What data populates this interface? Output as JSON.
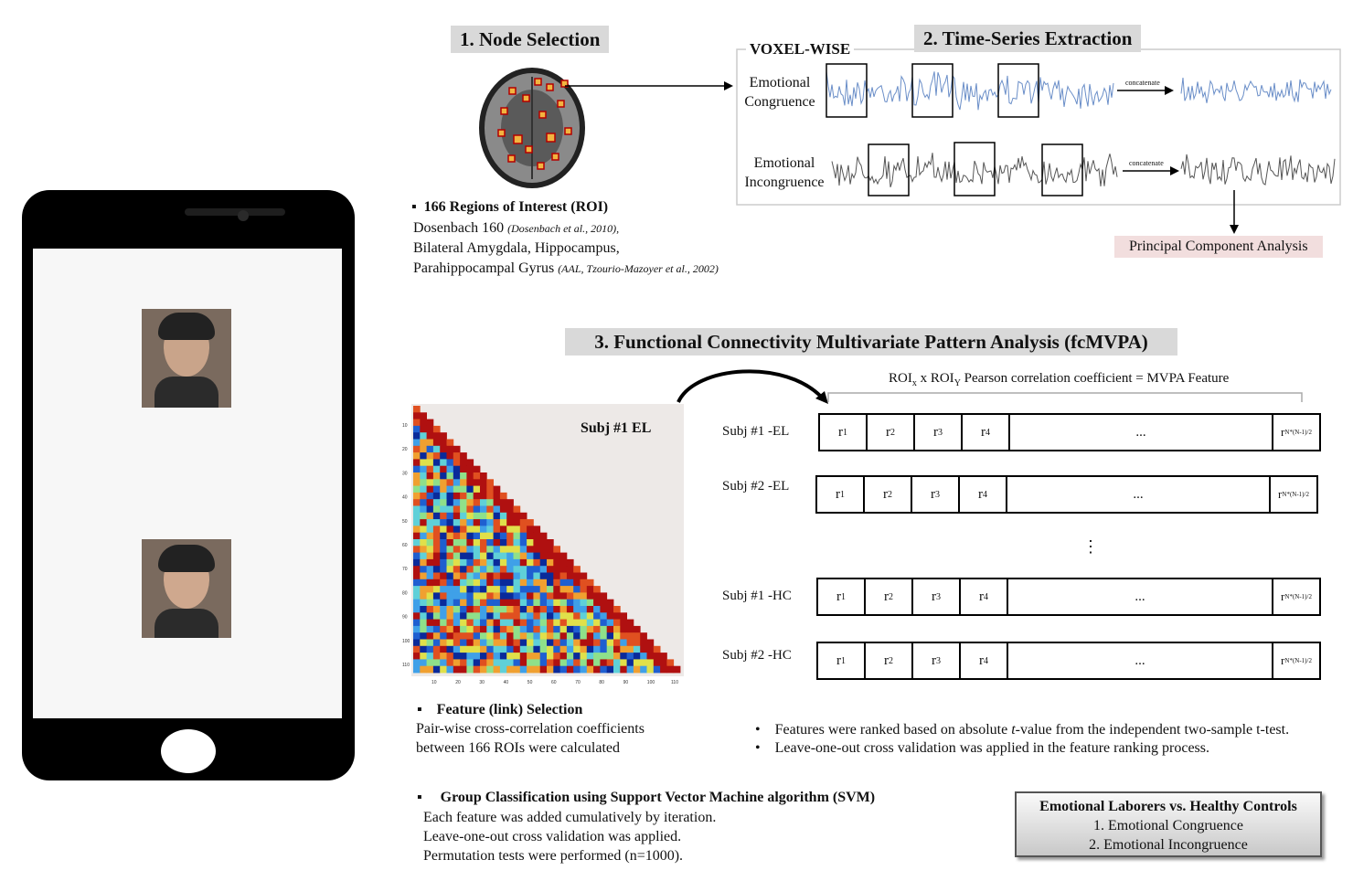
{
  "colors": {
    "header_bg": "#d9d9d9",
    "signal_blue": "#6a8ec8",
    "signal_gray": "#555555",
    "pca_bg": "#f2dede"
  },
  "step1": {
    "header": "1. Node Selection",
    "bullet_title": "166 Regions of Interest (ROI)",
    "line1_main": "Dosenbach 160",
    "line1_cite": "(Dosenbach et al., 2010),",
    "line2": "Bilateral Amygdala, Hippocampus,",
    "line3_main": "Parahippocampal Gyrus",
    "line3_cite": "(AAL, Tzourio-Mazoyer et al., 2002)"
  },
  "step2": {
    "header": "2. Time-Series Extraction",
    "voxel_label": "VOXEL-WISE",
    "cond1_line1": "Emotional",
    "cond1_line2": "Congruence",
    "cond2_line1": "Emotional",
    "cond2_line2": "Incongruence",
    "concat_label": "concatenate",
    "pca_label": "Principal Component Analysis"
  },
  "step3": {
    "header": "3. Functional Connectivity Multivariate Pattern Analysis (fcMVPA)",
    "feature_caption_a": "ROI",
    "feature_caption_x": "x",
    "feature_caption_b": " x ROI",
    "feature_caption_y": "Y",
    "feature_caption_c": " Pearson correlation coefficient =  MVPA Feature",
    "matrix_title": "Subj #1 EL",
    "matrix_y_ticks": [
      "10",
      "20",
      "30",
      "40",
      "50",
      "60",
      "70",
      "80",
      "90",
      "100",
      "110"
    ],
    "matrix_x_ticks": [
      "10",
      "20",
      "30",
      "40",
      "50",
      "60",
      "70",
      "80",
      "90",
      "100",
      "110"
    ],
    "rows": [
      "Subj #1 -EL",
      "Subj #2 -EL",
      "Subj #1 -HC",
      "Subj #2 -HC"
    ],
    "cells": [
      "1",
      "2",
      "3",
      "4"
    ],
    "ellipsis": "...",
    "vdots": "⋮",
    "last_sub": "N*(N-1)/2"
  },
  "feature_selection": {
    "title": "Feature (link) Selection",
    "line1": "Pair-wise cross-correlation coefficients",
    "line2": "between 166 ROIs  were calculated"
  },
  "ranking": {
    "b1_a": "Features were ranked based on absolute ",
    "b1_t": "t",
    "b1_b": "-value from the independent two-sample t-test.",
    "b2": "Leave-one-out cross validation was applied in the feature ranking process."
  },
  "svm": {
    "title": "Group Classification using Support Vector Machine algorithm (SVM)",
    "line1": "Each feature was added cumulatively by iteration.",
    "line2": "Leave-one-out cross validation was applied.",
    "line3": "Permutation tests were performed (n=1000)."
  },
  "groups": {
    "title": "Emotional Laborers vs. Healthy Controls",
    "item1": "1.    Emotional Congruence",
    "item2": "2.    Emotional Incongruence"
  }
}
